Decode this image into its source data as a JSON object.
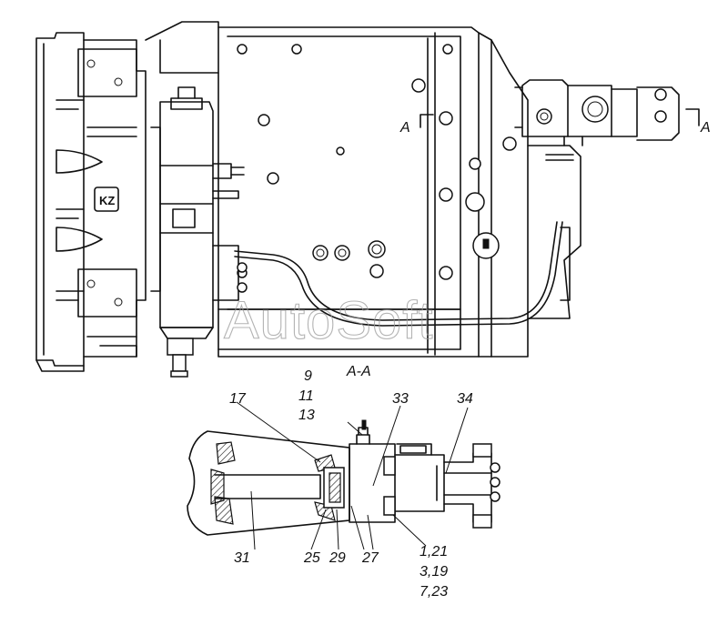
{
  "watermark": "AutoSoft",
  "section_marks": {
    "left": "A",
    "right": "A",
    "section_title": "A-A"
  },
  "callouts": {
    "c9": "9",
    "c11": "11",
    "c13": "13",
    "c17": "17",
    "c33": "33",
    "c34": "34",
    "c31": "31",
    "c25": "25",
    "c29": "29",
    "c27": "27",
    "c1_21": "1,21",
    "c3_19": "3,19",
    "c7_23": "7,23"
  }
}
